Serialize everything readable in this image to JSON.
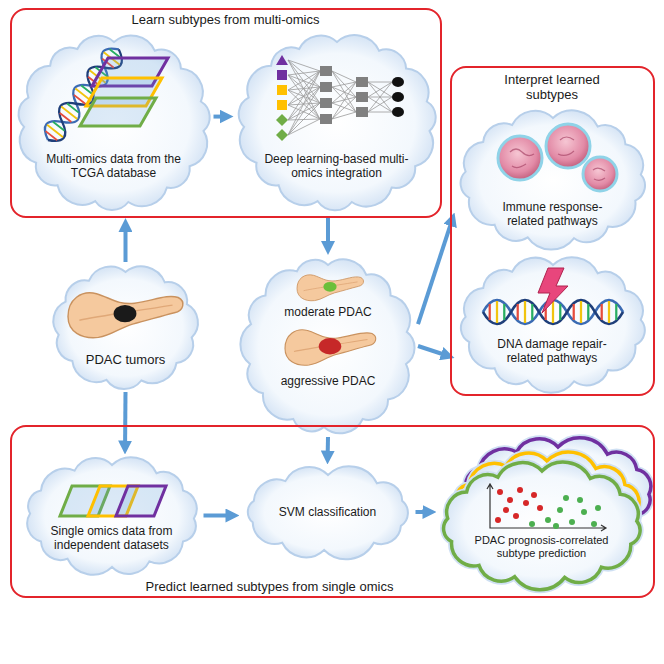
{
  "diagram": {
    "nodes": [
      {
        "text": [
          "Learn subtypes from multi-omics"
        ]
      },
      {
        "text": [
          "Multi-omics data from the TCGA database"
        ],
        "in": 0
      },
      {
        "text": [
          "Deep learning-based multi-omics integration"
        ],
        "in": 0
      },
      {
        "text": [
          "Interpret learned subtypes"
        ]
      },
      {
        "text": [
          "Immune response-related pathways"
        ],
        "in": 3
      },
      {
        "text": [
          "DNA damage repair-related pathways"
        ],
        "in": 3
      },
      {
        "text": [
          "PDAC tumors"
        ]
      },
      {
        "text": [
          "moderate PDAC",
          "aggressive PDAC"
        ]
      },
      {
        "text": [
          "Predict learned subtypes from single omics"
        ]
      },
      {
        "text": [
          "Single omics data from independent datasets"
        ],
        "in": 8
      },
      {
        "text": [
          "SVM classification"
        ],
        "in": 8
      },
      {
        "text": [
          "PDAC prognosis-correlated subtype prediction"
        ],
        "in": 8
      }
    ],
    "edges": [
      {
        "from": 6,
        "to": 0,
        "arrow": "to"
      },
      {
        "from": 1,
        "to": 2,
        "arrow": "to"
      },
      {
        "from": 0,
        "to": 7,
        "arrow": "to"
      },
      {
        "from": 7,
        "to": 4,
        "arrow": "to"
      },
      {
        "from": 7,
        "to": 5,
        "arrow": "to"
      },
      {
        "from": 6,
        "to": 9,
        "arrow": "to"
      },
      {
        "from": 7,
        "to": 10,
        "arrow": "to"
      },
      {
        "from": 9,
        "to": 10,
        "arrow": "to"
      },
      {
        "from": 10,
        "to": 11,
        "arrow": "to"
      }
    ]
  }
}
